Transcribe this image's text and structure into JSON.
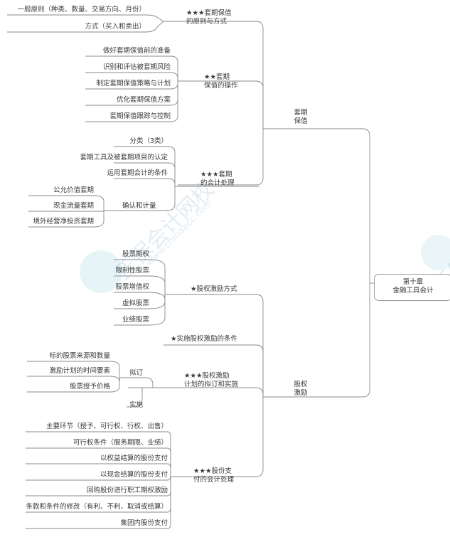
{
  "root": "第十章\n金融工具会计",
  "watermark": {
    "text": "正保会计网校",
    "url": "www.chinaacc.com"
  },
  "branches": {
    "hedge": {
      "label": "套期\n保值",
      "sub": {
        "principles": {
          "label": "★★★套期保值\n的原则与方式",
          "items": [
            "一般原则（种类、数量、交易方向、月份）",
            "方式（买入和卖出）"
          ]
        },
        "operations": {
          "label": "★★套期\n保值的操作",
          "items": [
            "做好套期保值前的准备",
            "识别和评估被套期风险",
            "制定套期保值策略与计划",
            "优化套期保值方案",
            "套期保值跟踪与控制"
          ]
        },
        "accounting": {
          "label": "★★★套期\n的会计处理",
          "items": [
            "分类（3类）",
            "套期工具及被套期项目的认定",
            "运用套期会计的条件"
          ],
          "recognition": {
            "label": "确认和计量",
            "items": [
              "公允价值套期",
              "现金流量套期",
              "境外经营净投资套期"
            ]
          }
        }
      }
    },
    "equity": {
      "label": "股权\n激励",
      "sub": {
        "methods": {
          "label": "★股权激励方式",
          "items": [
            "股票期权",
            "限制性股票",
            "股票增值权",
            "虚拟股票",
            "业绩股票"
          ]
        },
        "conditions": {
          "label": "★实施股权激励的条件"
        },
        "plan": {
          "label": "★★★股权激励\n计划的拟订和实施",
          "draft": {
            "label": "拟订",
            "items": [
              "标的股票来源和数量",
              "激励计划的时间要素",
              "股票授予价格"
            ]
          },
          "implement": {
            "label": "实施"
          }
        },
        "payment": {
          "label": "★★★股份支\n付的会计处理",
          "items": [
            "主要环节（授予、可行权、行权、出售）",
            "可行权条件（服务期限、业绩）",
            "以权益结算的股份支付",
            "以现金结算的股份支付",
            "回购股份进行职工期权激励",
            "条款和条件的修改（有利、不利、取消或结算）",
            "集团内股份支付"
          ]
        }
      }
    }
  }
}
